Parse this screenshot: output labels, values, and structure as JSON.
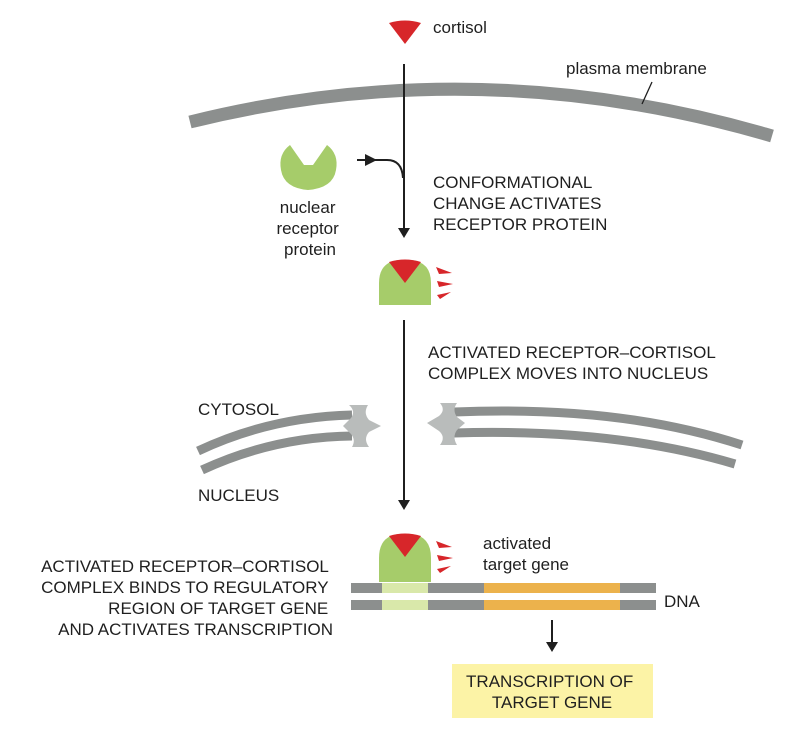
{
  "labels": {
    "cortisol": "cortisol",
    "plasma_membrane": "plasma membrane",
    "nuclear_receptor": [
      "nuclear",
      "receptor",
      "protein"
    ],
    "step1": [
      "CONFORMATIONAL",
      "CHANGE ACTIVATES",
      "RECEPTOR PROTEIN"
    ],
    "step2": [
      "ACTIVATED RECEPTOR–CORTISOL",
      "COMPLEX MOVES INTO NUCLEUS"
    ],
    "cytosol": "CYTOSOL",
    "nucleus": "NUCLEUS",
    "activated_target_gene": [
      "activated",
      "target gene"
    ],
    "dna": "DNA",
    "step3": [
      "ACTIVATED RECEPTOR–CORTISOL",
      "COMPLEX BINDS TO REGULATORY",
      "REGION OF TARGET GENE",
      "AND ACTIVATES TRANSCRIPTION"
    ],
    "transcription_box": [
      "TRANSCRIPTION OF",
      "TARGET GENE"
    ]
  },
  "colors": {
    "cortisol": "#d7262a",
    "receptor": "#a6cc6a",
    "membrane": "#8c8f8e",
    "pore": "#b9bcbb",
    "regulatory_region": "#d9e8aa",
    "target_gene": "#ecb24c",
    "transcription_box": "#fcf3a6",
    "arrow": "#1f1f1f",
    "activation_ticks": "#d7262a"
  }
}
